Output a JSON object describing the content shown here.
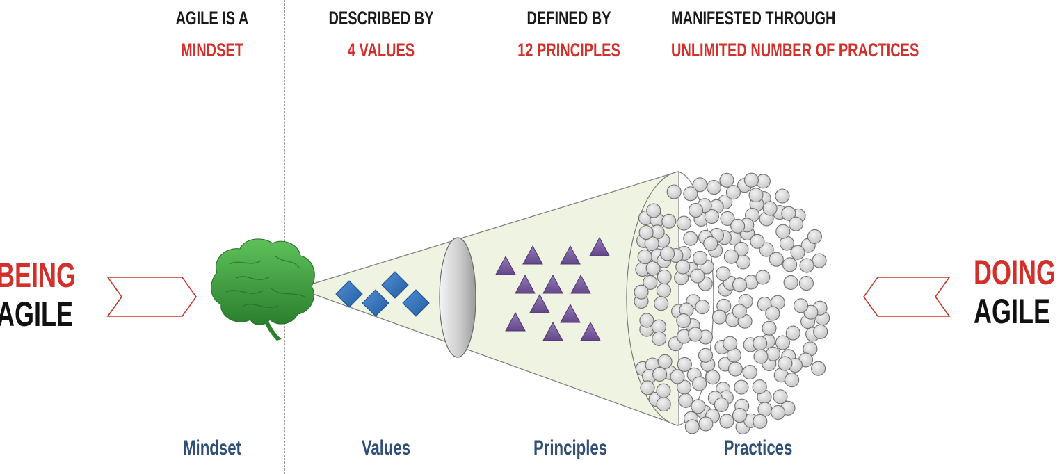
{
  "columns": [
    {
      "heading": "AGILE IS A",
      "subheading": "MINDSET",
      "footer": "Mindset"
    },
    {
      "heading": "DESCRIBED BY",
      "subheading": "4 VALUES",
      "footer": "Values"
    },
    {
      "heading": "DEFINED BY",
      "subheading": "12 PRINCIPLES",
      "footer": "Principles"
    },
    {
      "heading": "MANIFESTED THROUGH",
      "subheading": "UNLIMITED NUMBER OF PRACTICES",
      "footer": "Practices"
    }
  ],
  "left_label": {
    "top": "BEING",
    "bottom": "AGILE"
  },
  "right_label": {
    "top": "DOING",
    "bottom": "AGILE"
  },
  "colors": {
    "heading": "#1a1a1a",
    "accent_red": "#d2302b",
    "footer_blue": "#2f4f78",
    "brain_green": "#3a9a3a",
    "value_diamond": "#2f6db5",
    "principle_triangle": "#7a5a9e",
    "practice_circle": "#d2d2d2",
    "cone_fill": "#eef3e2"
  },
  "icons": {
    "brain": "brain-icon",
    "values": "diamond-icon",
    "principles": "triangle-icon",
    "practices": "circle-icon",
    "left_arrow": "chevron-arrow-right-icon",
    "right_arrow": "chevron-arrow-left-icon"
  },
  "counts": {
    "values": 4,
    "principles": 12
  }
}
